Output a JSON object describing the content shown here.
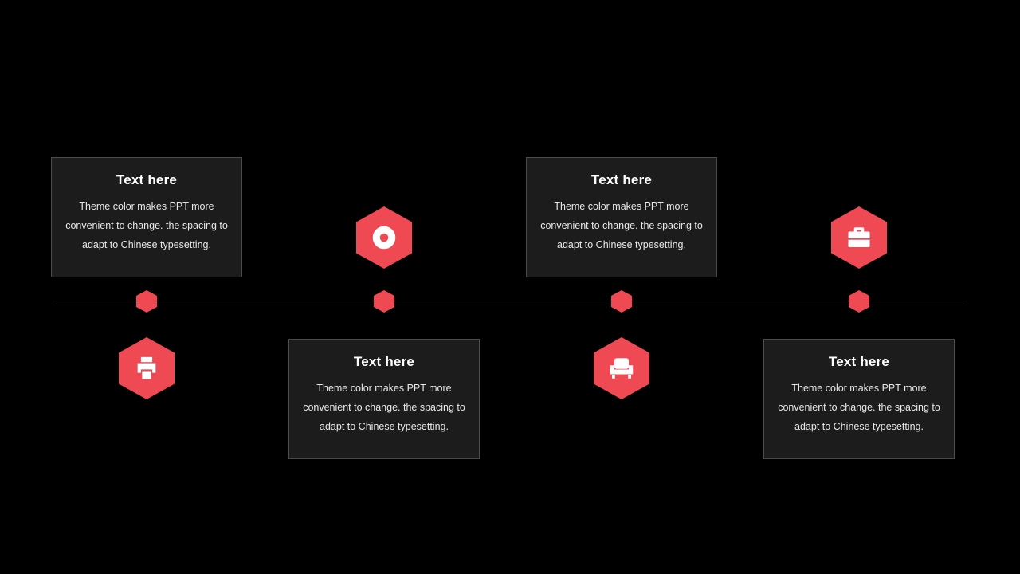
{
  "slide": {
    "background_color": "#000000",
    "accent_color": "#ef4a54",
    "card_background": "#1c1c1c",
    "card_border": "#4c4c4c",
    "timeline_line_color": "#3e3e3e",
    "items": [
      {
        "title": "Text here",
        "body": "Theme  color makes PPT more convenient to change. the spacing to adapt to Chinese typesetting.",
        "icon": "printer-icon",
        "text_position": "above-line",
        "icon_position": "below-line"
      },
      {
        "title": "Text here",
        "body": "Theme  color makes PPT more convenient to change. the spacing to adapt to Chinese typesetting.",
        "icon": "donut-icon",
        "text_position": "below-line",
        "icon_position": "above-line"
      },
      {
        "title": "Text here",
        "body": "Theme  color makes PPT more convenient to change. the spacing to adapt to Chinese typesetting.",
        "icon": "armchair-icon",
        "text_position": "above-line",
        "icon_position": "below-line"
      },
      {
        "title": "Text here",
        "body": "Theme  color makes PPT more convenient to change. the spacing to adapt to Chinese typesetting.",
        "icon": "briefcase-icon",
        "text_position": "below-line",
        "icon_position": "above-line"
      }
    ]
  }
}
